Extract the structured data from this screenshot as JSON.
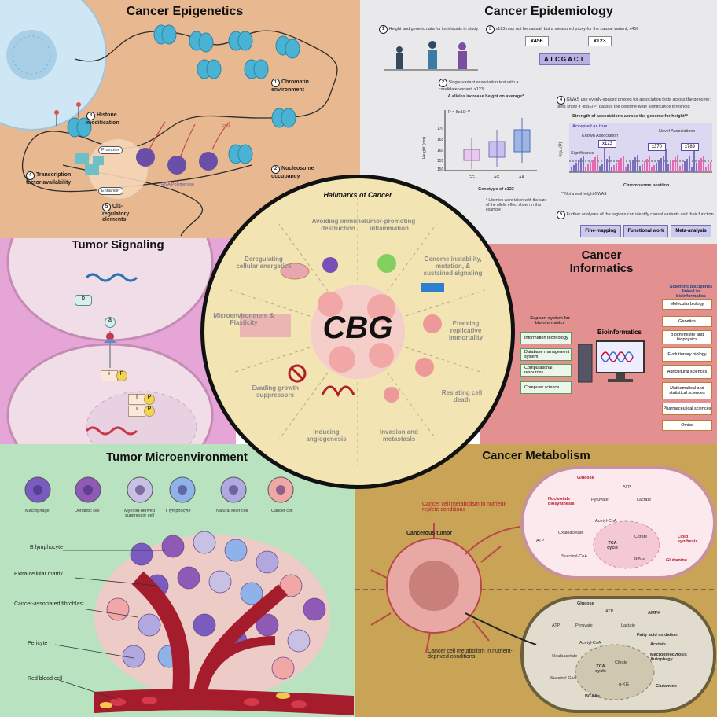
{
  "epigenetics": {
    "title": "Cancer Epigenetics",
    "labels": [
      {
        "n": "1",
        "t": "Chromatin environment"
      },
      {
        "n": "2",
        "t": "Nucleosome occupancy"
      },
      {
        "n": "3",
        "t": "Histone modification"
      },
      {
        "n": "4",
        "t": "Transcription factor availability"
      },
      {
        "n": "5",
        "t": "Cis-regulatory elements"
      }
    ],
    "promoter": "Promoter",
    "enhancer": "Enhancer",
    "rna": "RNA",
    "rna_polymerase": "RNA Polymerase"
  },
  "epidemiology": {
    "title": "Cancer Epidemiology",
    "step1": "Height and genetic data for individuals in study",
    "step2": "Single-variant association test with a candidate variant, x123",
    "step3": "x123 may not be causal, but a measured proxy for the causal variant, x456",
    "step4": "GWAS use evenly-spaced proxies for association tests across the genome; plots show if -log₁₀(P) passes the genome-wide significance threshold",
    "step5": "Further analyses of the regions can identify causal variants and their function",
    "x456": "x456",
    "x123": "x123",
    "dna_seq": "ATCGACT",
    "box_title": "A alleles increase height on average*",
    "pval": "P = 5x10⁻¹¹",
    "box_ylabel": "Height (cm)",
    "box_xlabel": "Genotype of x123",
    "box_footnote": "* Liberties were taken with the size of the allelic effect shown in this example",
    "gwas_title": "Strength of associations across the genome for height**",
    "gwas_ylabel": "-log₁₀(P)",
    "gwas_xlabel": "Chromosome position",
    "gwas_footnote": "** Not a real height GWAS",
    "accepted": "Accepted as true",
    "known": "Known Association",
    "novel": "Novel Associations",
    "significance": "Significance",
    "gwas_snps": [
      "x123",
      "x370",
      "x789"
    ],
    "buttons": [
      "Fine-mapping",
      "Functional work",
      "Meta-analysis"
    ]
  },
  "hallmarks": {
    "title": "Hallmarks of Cancer",
    "center": "CBG",
    "items": [
      "Avoiding immune destruction",
      "Tumor-promoting inflammation",
      "Genome instability, mutation, & sustained signaling",
      "Enabling replicative immortality",
      "Resisting cell death",
      "Invasion and metastasis",
      "Inducing angiogenesis",
      "Evading growth suppressors",
      "Microenvironment & Plasticity",
      "Deregulating cellular energetics"
    ]
  },
  "signaling": {
    "title": "Tumor Signaling",
    "a": "a",
    "b": "b",
    "i": "i",
    "p": "P"
  },
  "informatics": {
    "title": "Cancer Informatics",
    "support_title": "Support system for bioinformatics",
    "support": [
      "Information technology",
      "Database management system",
      "Computational resources",
      "Computer science"
    ],
    "center": "Bioinformatics",
    "disc_title": "Scientific disciplines linked to bioinformatics",
    "disciplines": [
      "Molecular biology",
      "Genetics",
      "Biochemistry and biophysics",
      "Evolutionary biology",
      "Agricultural sciences",
      "Mathematical and statistical sciences",
      "Pharmaceutical sciences",
      "Omics"
    ]
  },
  "microenv": {
    "title": "Tumor Microenvironment",
    "cells": [
      "Macrophage",
      "Dendritic cell",
      "Myeloid-derived suppressor cell",
      "T lymphocyte",
      "Natural killer cell",
      "Cancer cell"
    ],
    "cell_colors": [
      "#7a5bbf",
      "#8e5ab5",
      "#c9c1e3",
      "#8fb3e8",
      "#b2a8e0",
      "#f2a7a7"
    ],
    "labels": [
      "B lymphocyte",
      "Extra-cellular matrix",
      "Cancer-associated fibroblast",
      "Pericyte",
      "Red blood cell"
    ]
  },
  "metabolism": {
    "title": "Cancer Metabolism",
    "tumor": "Cancerous tumor",
    "replete": "Cancer cell metabolism in nutrient-replete conditions",
    "deprived": "Cancer cell metabolism in nutrient-deprived conditions",
    "top": {
      "glucose": "Glucose",
      "atp": "ATP",
      "pyruvate": "Pyruvate",
      "lactate": "Lactate",
      "nucleotide": "Nucleotide biosynthesis",
      "acetylcoa": "Acetyl-CoA",
      "oxaloacetate": "Oxaloacetate",
      "citrate": "Citrate",
      "tca": "TCA cycle",
      "lipid": "Lipid synthesis",
      "succinyl": "Succinyl-CoA",
      "akg": "α-KG",
      "glutamine": "Glutamine",
      "atp2": "ATP"
    },
    "bottom": {
      "glucose": "Glucose",
      "atp": "ATP",
      "ampk": "AMPK",
      "pyruvate": "Pyruvate",
      "lactate": "Lactate",
      "fao": "Fatty acid oxidation",
      "atp2": "ATP",
      "acetylcoa": "Acetyl-CoA",
      "acetate": "Acetate",
      "oxaloacetate": "Oxaloacetate",
      "citrate": "Citrate",
      "tca": "TCA cycle",
      "macro": "Macropinocytosis Autophagy",
      "succinyl": "Succinyl-CoA",
      "akg": "α-KG",
      "glutamine": "Glutamine",
      "bcaas": "BCAAs"
    }
  }
}
